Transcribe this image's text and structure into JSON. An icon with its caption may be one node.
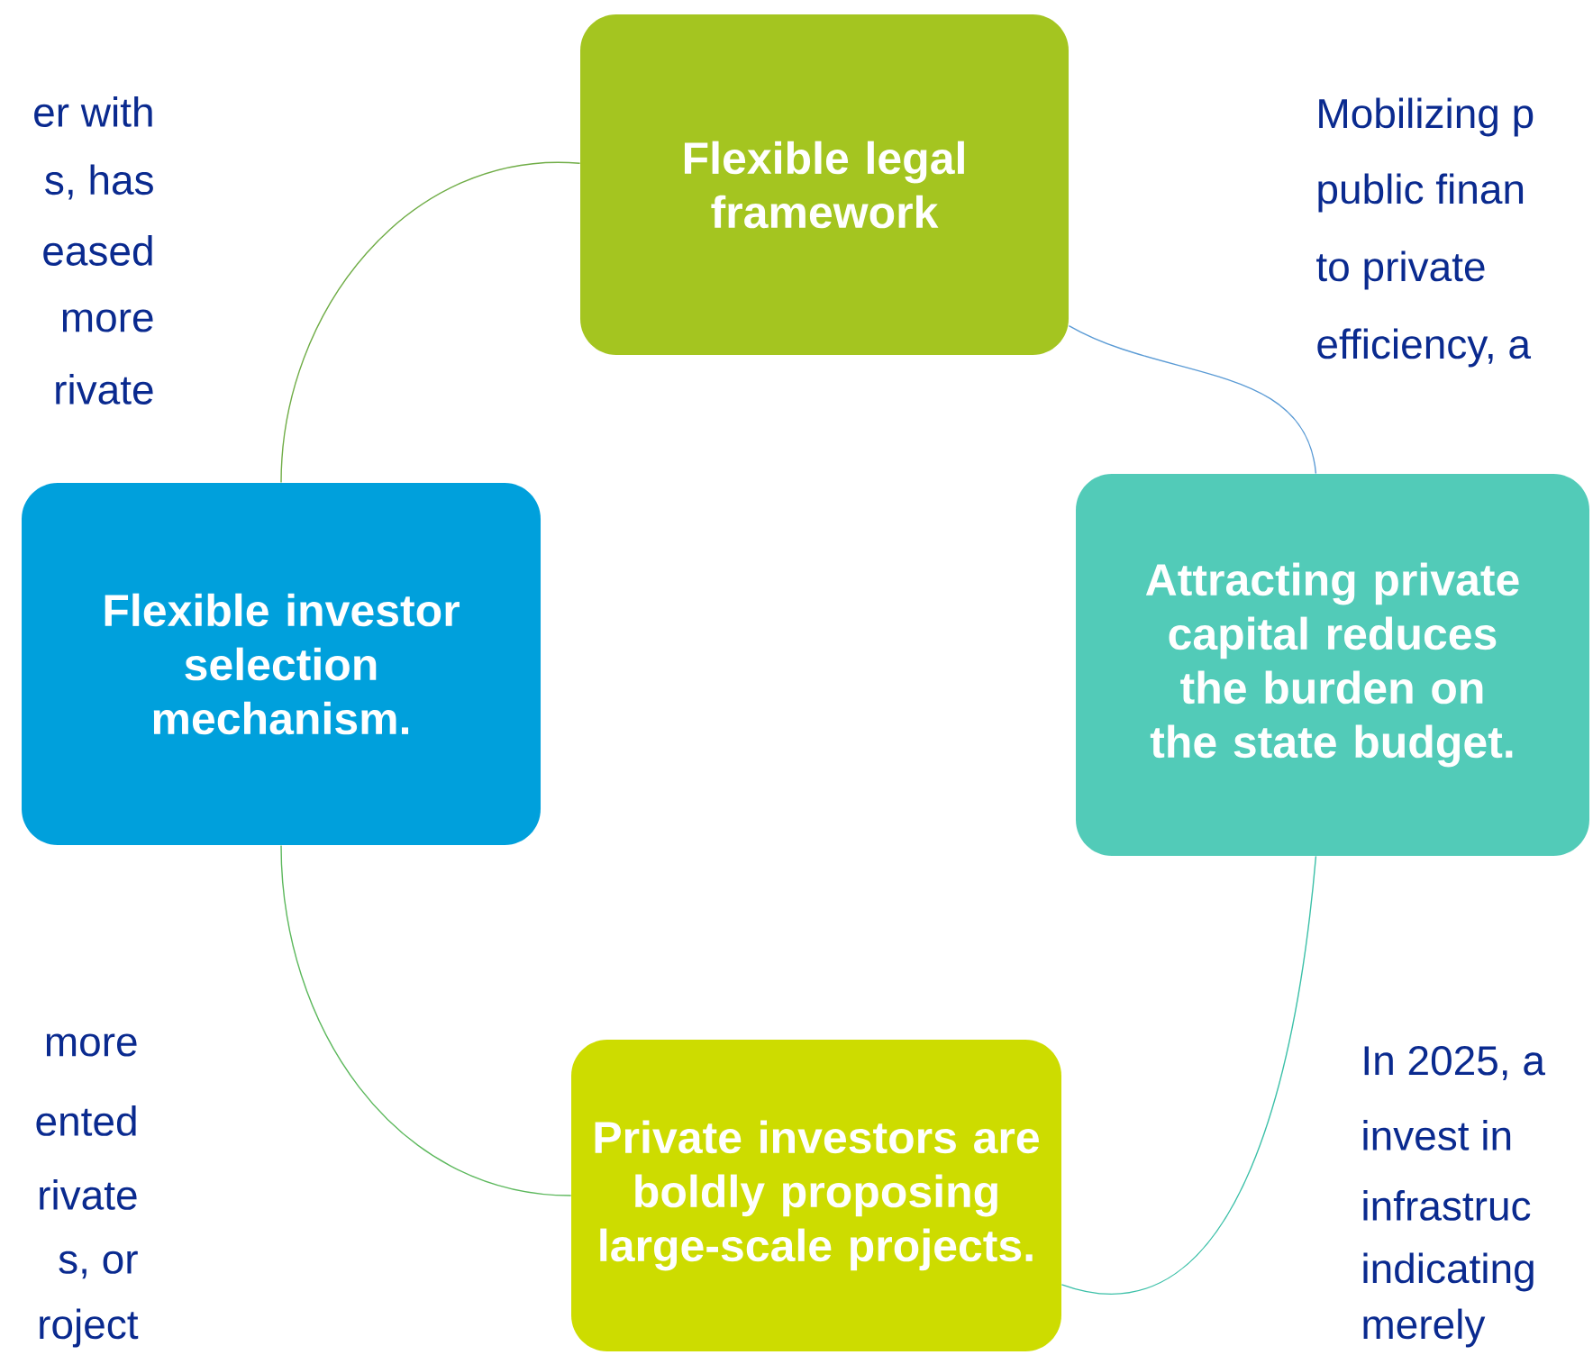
{
  "diagram": {
    "nodes": [
      {
        "text": [
          "Flexible legal framework"
        ]
      },
      {
        "text": [
          "Attracting private capital reduces the burden on the state budget."
        ]
      },
      {
        "text": [
          "Private investors are boldly proposing large-scale projects."
        ]
      },
      {
        "text": [
          "Flexible investor selection mechanism."
        ]
      }
    ],
    "edges": [
      {
        "from": 0,
        "to": 1,
        "arrow": "none",
        "color": "#5b9bd5"
      },
      {
        "from": 1,
        "to": 2,
        "arrow": "none",
        "color": "#3cc0a8"
      },
      {
        "from": 2,
        "to": 3,
        "arrow": "none",
        "color": "#5cb85c"
      },
      {
        "from": 3,
        "to": 0,
        "arrow": "none",
        "color": "#70ad47"
      }
    ],
    "labels": [
      "er with",
      "s, has",
      "eased",
      "more",
      "rivate",
      "Mobilizing p",
      "public finan",
      "to private",
      "efficiency, a",
      "more",
      "ented",
      "rivate",
      "s, or",
      "roject",
      "In 2025, a",
      "invest in",
      "infrastruc",
      "indicating",
      "merely"
    ]
  }
}
